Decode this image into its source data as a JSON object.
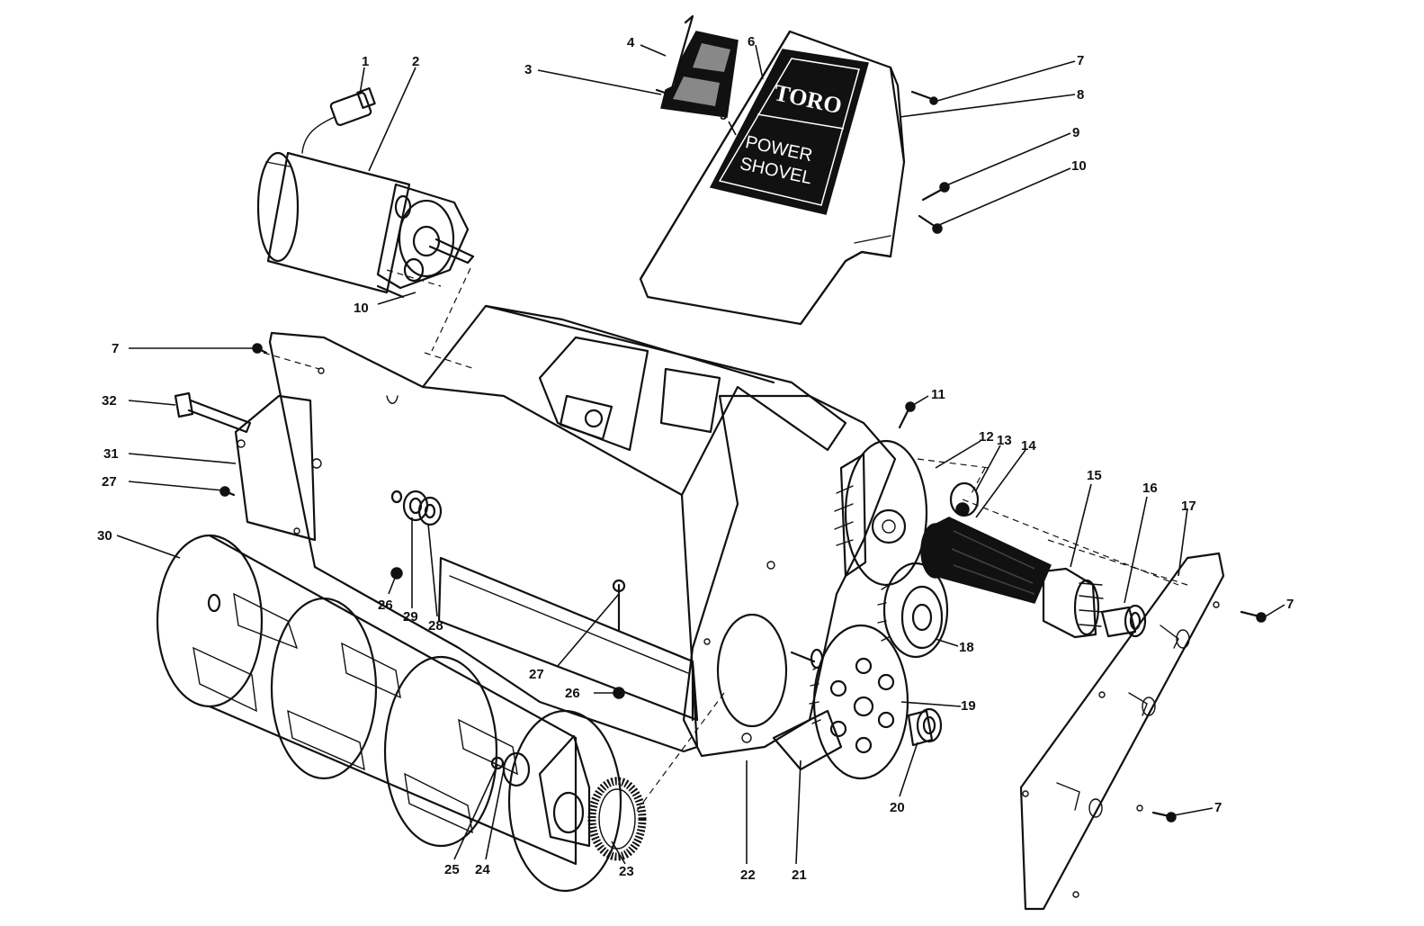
{
  "decal": {
    "brand": "TORO",
    "product_line1": "POWER",
    "product_line2": "SHOVEL"
  },
  "callouts": {
    "c1": "1",
    "c2": "2",
    "c3": "3",
    "c4": "4",
    "c5": "5",
    "c6": "6",
    "c7a": "7",
    "c7b": "7",
    "c7c": "7",
    "c7d": "7",
    "c8": "8",
    "c9": "9",
    "c10a": "10",
    "c10b": "10",
    "c11": "11",
    "c12": "12",
    "c13": "13",
    "c14": "14",
    "c15": "15",
    "c16": "16",
    "c17": "17",
    "c18": "18",
    "c19": "19",
    "c20": "20",
    "c21": "21",
    "c22": "22",
    "c23": "23",
    "c24": "24",
    "c25": "25",
    "c26a": "26",
    "c26b": "26",
    "c27a": "27",
    "c27b": "27",
    "c28": "28",
    "c29": "29",
    "c30": "30",
    "c31": "31",
    "c32": "32"
  },
  "colors": {
    "ink": "#111111",
    "paper": "#ffffff"
  }
}
